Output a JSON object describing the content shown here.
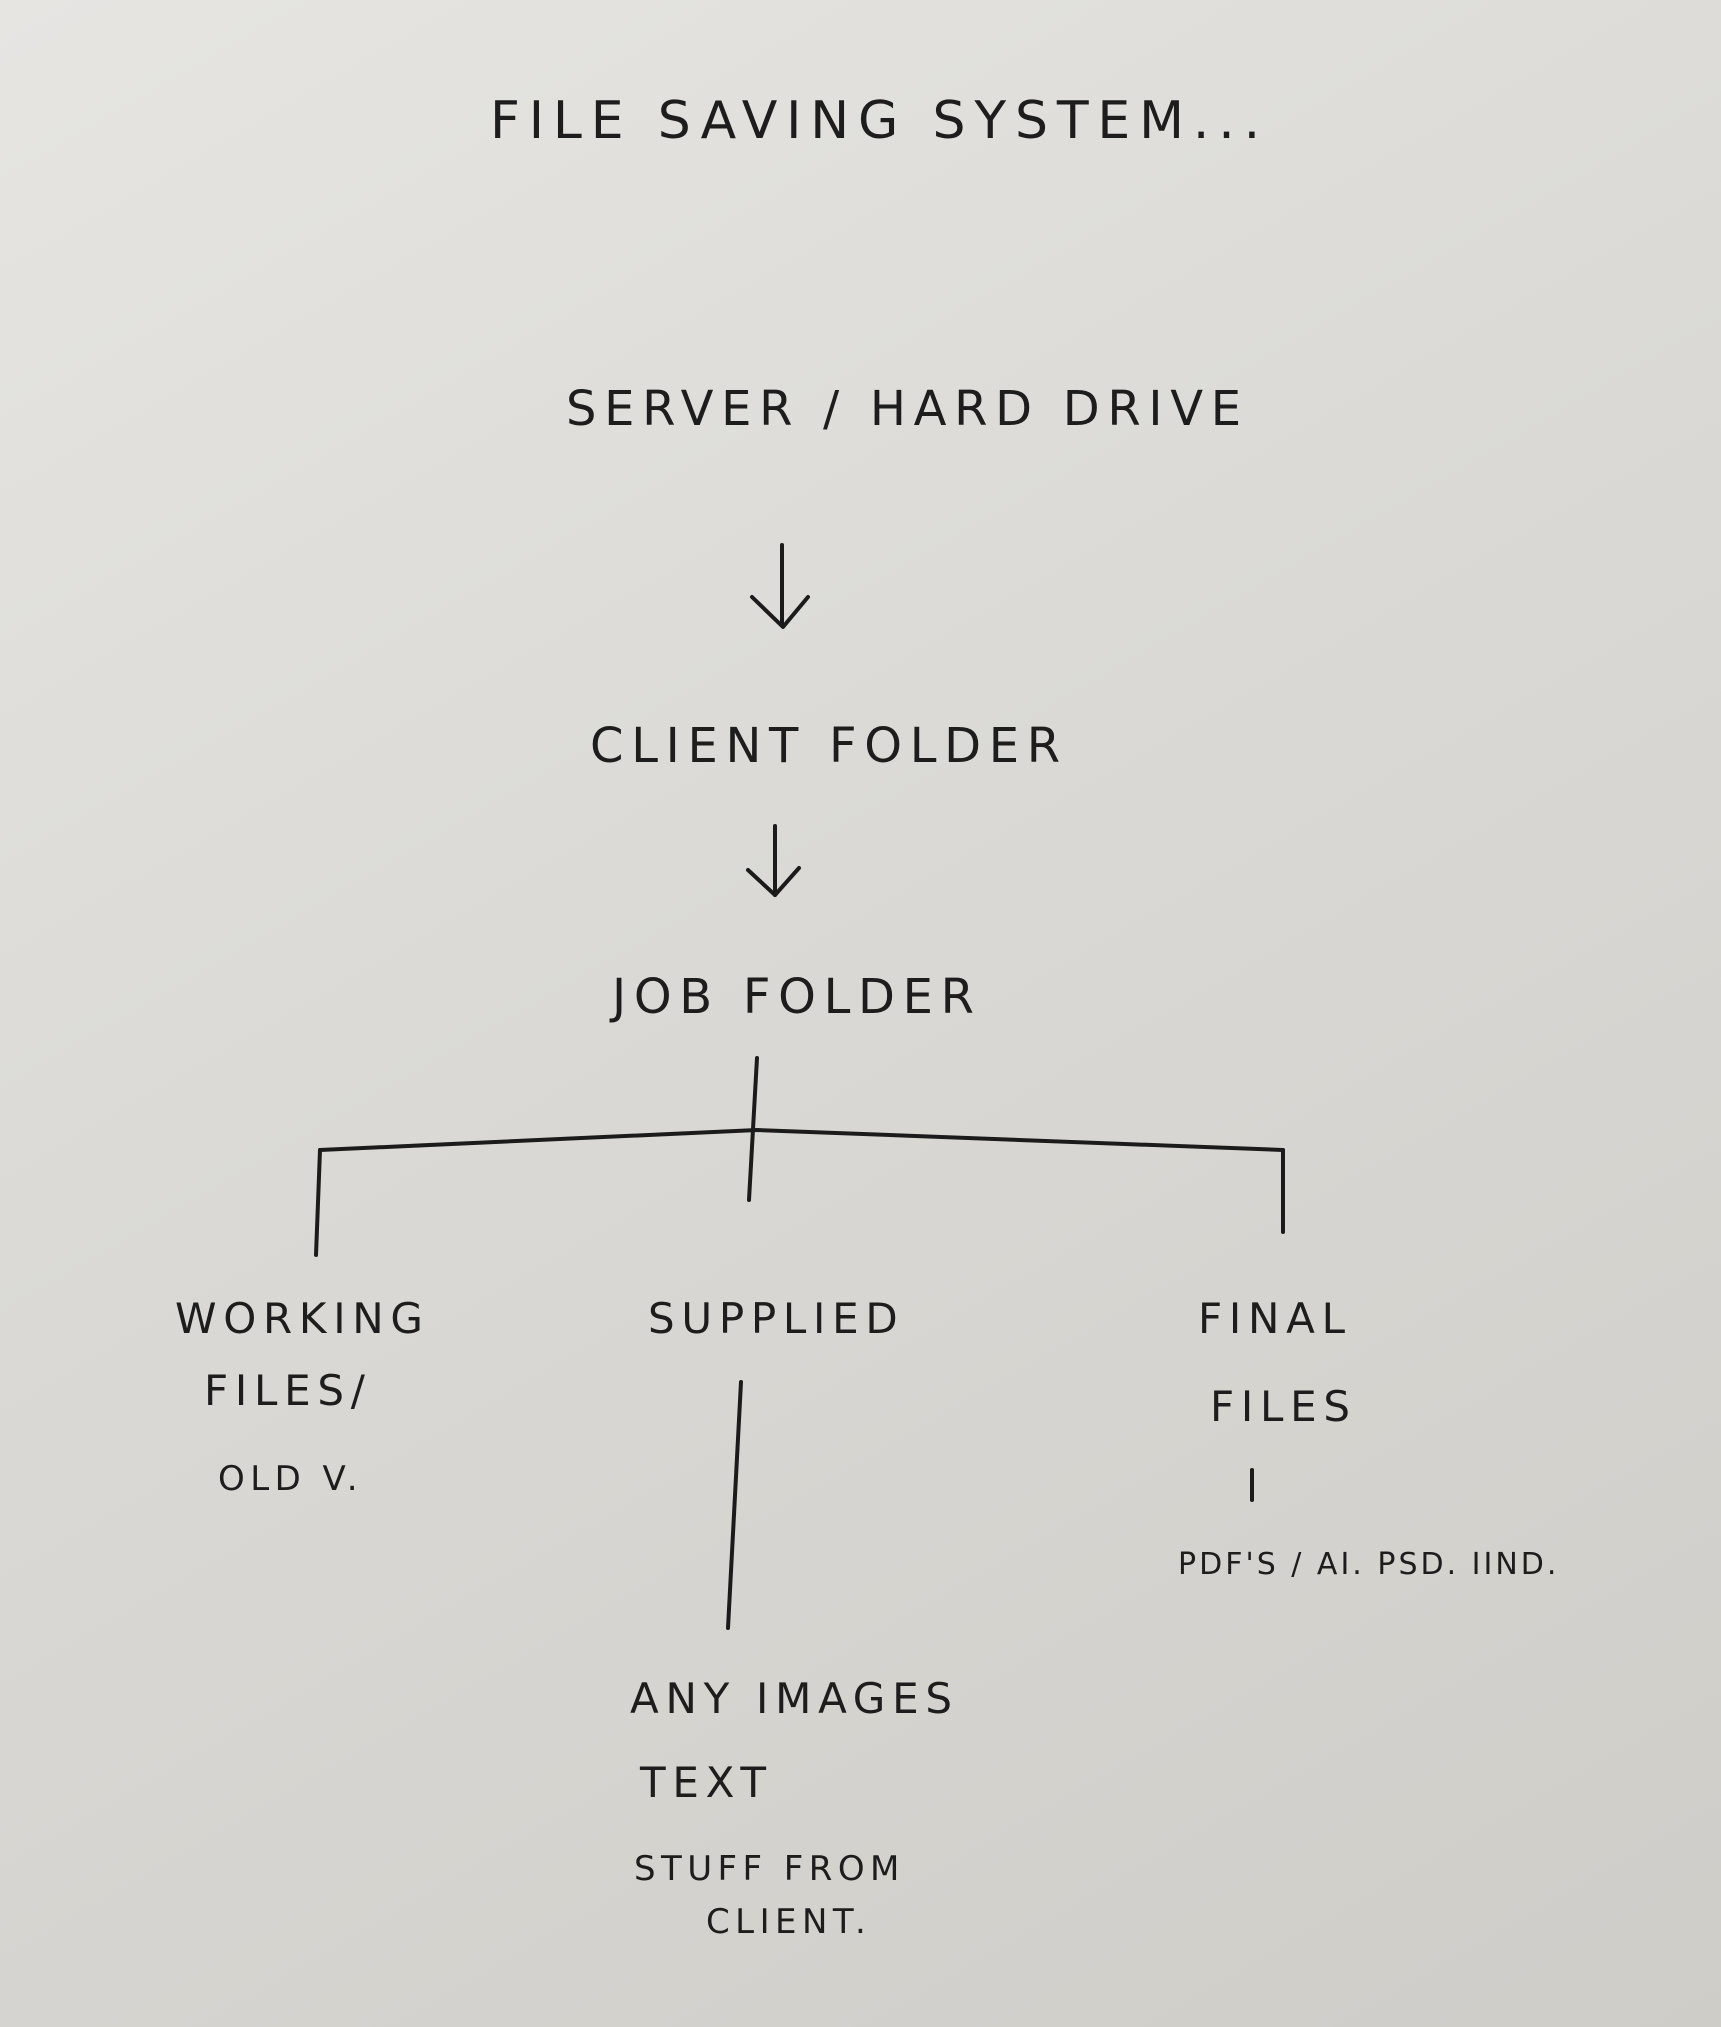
{
  "title": "FILE SAVING SYSTEM...",
  "nodes": {
    "root": "SERVER / HARD DRIVE",
    "client": "CLIENT FOLDER",
    "job": "JOB FOLDER",
    "working": [
      "WORKING",
      "FILES/",
      "OLD V."
    ],
    "supplied": "SUPPLIED",
    "supplied_contents": [
      "ANY IMAGES",
      "TEXT",
      "STUFF FROM",
      "CLIENT."
    ],
    "final": [
      "FINAL",
      "FILES"
    ],
    "final_contents": "PDF'S / AI. PSD. IIND."
  }
}
